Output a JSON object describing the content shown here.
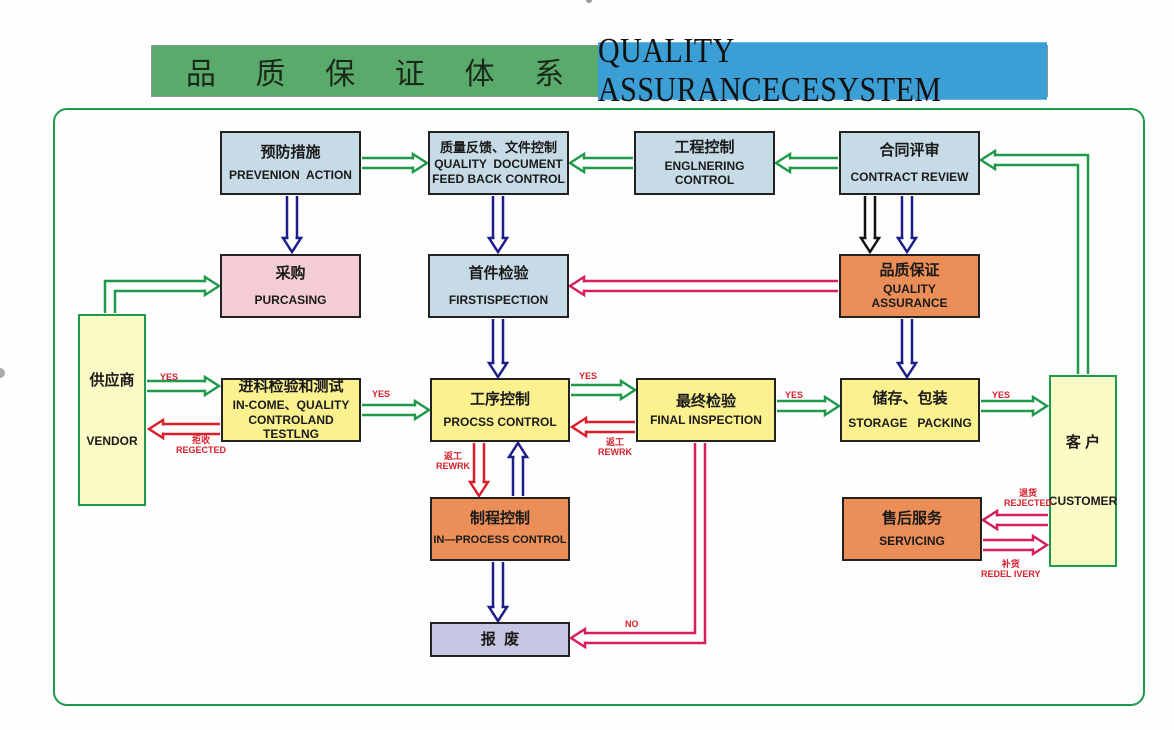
{
  "title": {
    "chinese_chars": [
      "品",
      "质",
      "保",
      "证",
      "体",
      "系"
    ],
    "english": "QUALITY ASSURANCECESYSTEM"
  },
  "colors": {
    "frame": "#1e9a4a",
    "flow_arrow": "#1e9a4a",
    "down_arrow": "#1c1c8a",
    "reject_arrow": "#d81f2a",
    "qa_link_arrow": "#d81f5a",
    "label_text": "#d81f2a"
  },
  "nodes": {
    "prevention": {
      "cn": "预防措施",
      "en": "PREVENION  ACTION"
    },
    "feedback": {
      "cn": "质量反馈、文件控制",
      "en1": "QUALITY  DOCUMENT",
      "en2": "FEED BACK CONTROL"
    },
    "engineering": {
      "cn": "工程控制",
      "en1": "ENGLNERING",
      "en2": "CONTROL"
    },
    "contract": {
      "cn": "合同评审",
      "en": "CONTRACT REVIEW"
    },
    "purchasing": {
      "cn": "采购",
      "en": "PURCASING"
    },
    "first_inspection": {
      "cn": "首件检验",
      "en": "FIRSTISPECTION"
    },
    "quality_assurance": {
      "cn": "品质保证",
      "en1": "QUALITY",
      "en2": "ASSURANCE"
    },
    "vendor": {
      "cn": "供应商",
      "en": "VENDOR"
    },
    "incoming": {
      "cn": "进科检验和测试",
      "en1": "IN-COME、QUALITY",
      "en2": "CONTROLAND TESTLNG"
    },
    "process": {
      "cn": "工序控制",
      "en": "PROCSS CONTROL"
    },
    "final": {
      "cn": "最终检验",
      "en": "FINAL INSPECTION"
    },
    "storage": {
      "cn": "储存、包装",
      "en": "STORAGE   PACKING"
    },
    "customer": {
      "cn": "客 户",
      "en": "CUSTOMER"
    },
    "in_process": {
      "cn": "制程控制",
      "en": "IN—PROCESS CONTROL"
    },
    "scrap": {
      "cn": "报  废"
    },
    "servicing": {
      "cn": "售后服务",
      "en": "SERVICING"
    }
  },
  "labels": {
    "yes": "YES",
    "no": "NO",
    "rejected_cn": "拒收",
    "rejected_en": "REGECTED",
    "rework_cn": "返工",
    "rework_en": "REWRK",
    "return_cn": "退货",
    "return_en": "REJECTED",
    "redelivery_cn": "补货",
    "redelivery_en": "REDEL IVERY"
  }
}
